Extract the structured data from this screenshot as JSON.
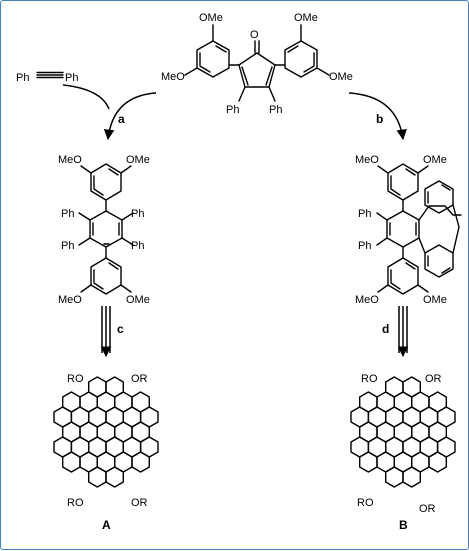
{
  "reagents": {
    "alkyne_left": "Ph",
    "alkyne_right": "Ph"
  },
  "top_compound": {
    "ome_tl": "OMe",
    "ome_ml": "MeO",
    "ome_tr": "OMe",
    "ome_mr": "OMe",
    "ph_l": "Ph",
    "ph_r": "Ph",
    "carbonyl": "O"
  },
  "arrows": {
    "a": "a",
    "b": "b",
    "c": "c",
    "d": "d"
  },
  "left_intermediate": {
    "meo_top_l": "MeO",
    "ome_top_r": "OMe",
    "ph1": "Ph",
    "ph2": "Ph",
    "ph3": "Ph",
    "ph4": "Ph",
    "meo_bot_l": "MeO",
    "ome_bot_r": "OMe"
  },
  "right_intermediate": {
    "meo_top_l": "MeO",
    "ome_top_r": "OMe",
    "ph1": "Ph",
    "ph2": "Ph",
    "meo_bot_l": "MeO",
    "ome_bot_r": "OMe"
  },
  "product_A": {
    "ro_tl": "RO",
    "or_tr": "OR",
    "ro_bl": "RO",
    "or_br": "OR",
    "label": "A"
  },
  "product_B": {
    "ro_tl": "RO",
    "or_tr": "OR",
    "ro_bl": "RO",
    "or_br": "OR",
    "label": "B"
  }
}
